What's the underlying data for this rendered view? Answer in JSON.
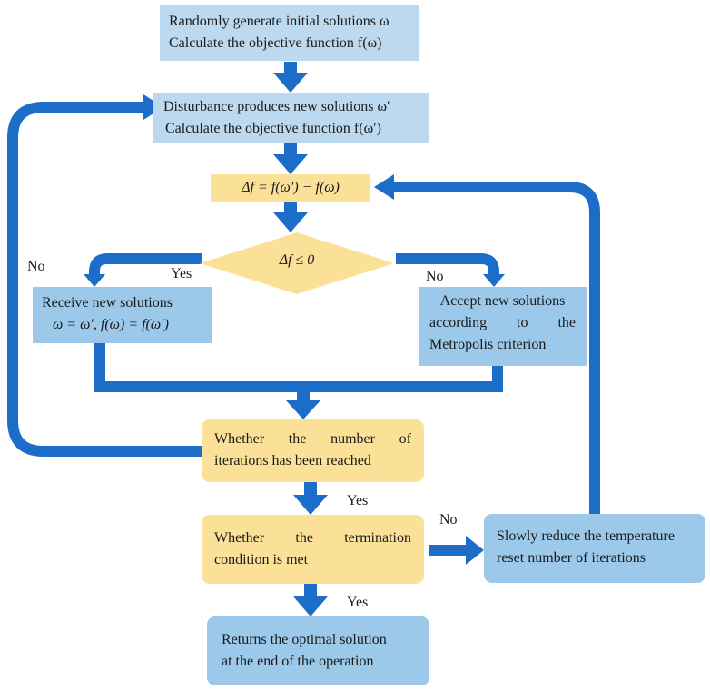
{
  "nodes": {
    "init": {
      "line1": "Randomly generate initial solutions  ω",
      "line2": "Calculate the objective function  f(ω)"
    },
    "disturb": {
      "line1": "Disturbance produces new solutions  ω′",
      "line2": "Calculate the objective function  f(ω′)"
    },
    "delta": {
      "text": "Δf = f(ω′) − f(ω)"
    },
    "decision": {
      "text": "Δf ≤ 0"
    },
    "receive": {
      "line1": "Receive new solutions",
      "line2": "ω = ω′, f(ω) = f(ω′)"
    },
    "accept": {
      "line1": "Accept new solutions",
      "line2": "according to the",
      "line3": "Metropolis criterion"
    },
    "iterations": {
      "line1": "Whether the number of",
      "line2": "iterations has been reached"
    },
    "termination": {
      "line1": "Whether the termination",
      "line2": "condition is met"
    },
    "reduce": {
      "line1": "Slowly reduce the temperature",
      "line2": "reset number of iterations"
    },
    "returns": {
      "line1": "Returns the optimal solution",
      "line2": "at the end of the operation"
    }
  },
  "labels": {
    "yes_decision": "Yes",
    "no_decision": "No",
    "no_iterations": "No",
    "yes_iterations": "Yes",
    "yes_termination": "Yes",
    "no_termination": "No"
  },
  "colors": {
    "arrow": "#1c6dc9",
    "light_blue_box": "#bcd9ef",
    "medium_blue_box": "#9cc8ea",
    "yellow_box": "#fbe197"
  }
}
